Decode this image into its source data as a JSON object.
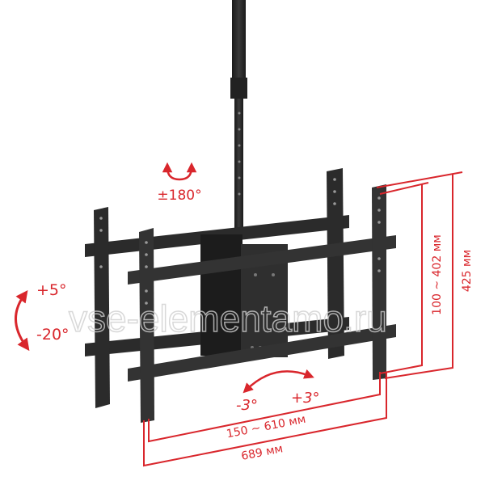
{
  "annotations": {
    "rotation_label": "±180°",
    "tilt_up": "+5°",
    "tilt_down": "-20°",
    "swivel_left": "-3°",
    "swivel_right": "+3°",
    "vertical_range": "100 ~ 402 мм",
    "vertical_total": "425 мм",
    "horizontal_range": "150 ~ 610 мм",
    "horizontal_total": "689 мм"
  },
  "watermark": "vse-elementamo.ru",
  "colors": {
    "accent": "#d9262c",
    "metal": "#2a2a2a"
  }
}
